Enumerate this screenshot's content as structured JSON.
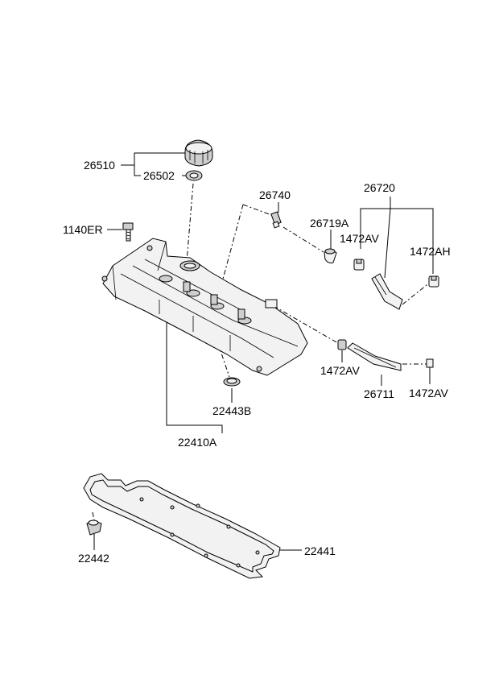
{
  "labels": {
    "p26510": "26510",
    "p26502": "26502",
    "p1140ER": "1140ER",
    "p26740": "26740",
    "p26720": "26720",
    "p26719A": "26719A",
    "p1472AV_a": "1472AV",
    "p1472AH": "1472AH",
    "p1472AV_b": "1472AV",
    "p26711": "26711",
    "p1472AV_c": "1472AV",
    "p22443B": "22443B",
    "p22410A": "22410A",
    "p22441": "22441",
    "p22442": "22442"
  },
  "icons": [
    "oil-filler-cap",
    "cap-gasket",
    "bolt",
    "pcv-valve",
    "hose-clip",
    "breather-hose",
    "rocker-cover",
    "rocker-cover-gasket",
    "plug-tube-seal",
    "cover-bolt-seal"
  ]
}
